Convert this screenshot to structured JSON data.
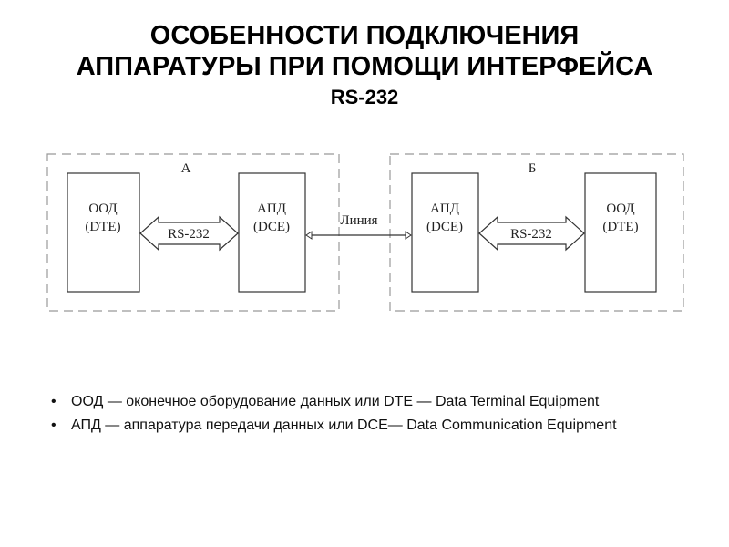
{
  "title": {
    "line1": "ОСОБЕННОСТИ ПОДКЛЮЧЕНИЯ",
    "line2": "АППАРАТУРЫ ПРИ ПОМОЩИ ИНТЕРФЕЙСА",
    "line3": "RS-232"
  },
  "diagram": {
    "group_a": {
      "label": "А",
      "dte": {
        "name": "ООД",
        "abbr": "(DTE)"
      },
      "dce": {
        "name": "АПД",
        "abbr": "(DCE)"
      },
      "link": "RS-232"
    },
    "group_b": {
      "label": "Б",
      "dce": {
        "name": "АПД",
        "abbr": "(DCE)"
      },
      "dte": {
        "name": "ООД",
        "abbr": "(DTE)"
      },
      "link": "RS-232"
    },
    "line_label": "Линия"
  },
  "bullets": [
    "ООД — оконечное оборудование данных или DTE — Data Terminal Equipment",
    "АПД — аппаратура передачи данных или DCE— Data Communication Equipment"
  ]
}
